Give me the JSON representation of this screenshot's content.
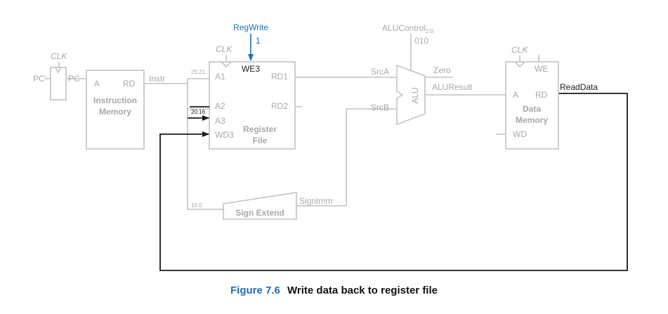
{
  "diagram": {
    "labels": {
      "pc_prime": "PC'",
      "pc": "PC",
      "clk": "CLK",
      "im_a": "A",
      "im_rd": "RD",
      "im_title_1": "Instruction",
      "im_title_2": "Memory",
      "instr": "Instr",
      "bits_25_21": "25:21",
      "bits_20_16": "20:16",
      "bits_15_0": "15:0",
      "rf_a1": "A1",
      "rf_a2": "A2",
      "rf_a3": "A3",
      "rf_wd3": "WD3",
      "rf_we3": "WE3",
      "rf_rd1": "RD1",
      "rf_rd2": "RD2",
      "rf_title_1": "Register",
      "rf_title_2": "File",
      "regwrite": "RegWrite",
      "regwrite_value": "1",
      "sign_extend": "Sign Extend",
      "signimm": "SignImm",
      "srca": "SrcA",
      "srcb": "SrcB",
      "alu": "ALU",
      "alucontrol": "ALUControl",
      "alucontrol_sub": "2:0",
      "alucontrol_value": "010",
      "zero": "Zero",
      "aluresult": "ALUResult",
      "dm_a": "A",
      "dm_rd": "RD",
      "dm_wd": "WD",
      "dm_we": "WE",
      "dm_title_1": "Data",
      "dm_title_2": "Memory",
      "readdata": "ReadData"
    },
    "colors": {
      "inactive": "#c2c2c2",
      "active": "#1a1a1a",
      "control": "#1f6fb5"
    }
  },
  "caption": {
    "number": "Figure 7.6",
    "text": "Write data back to register file"
  }
}
